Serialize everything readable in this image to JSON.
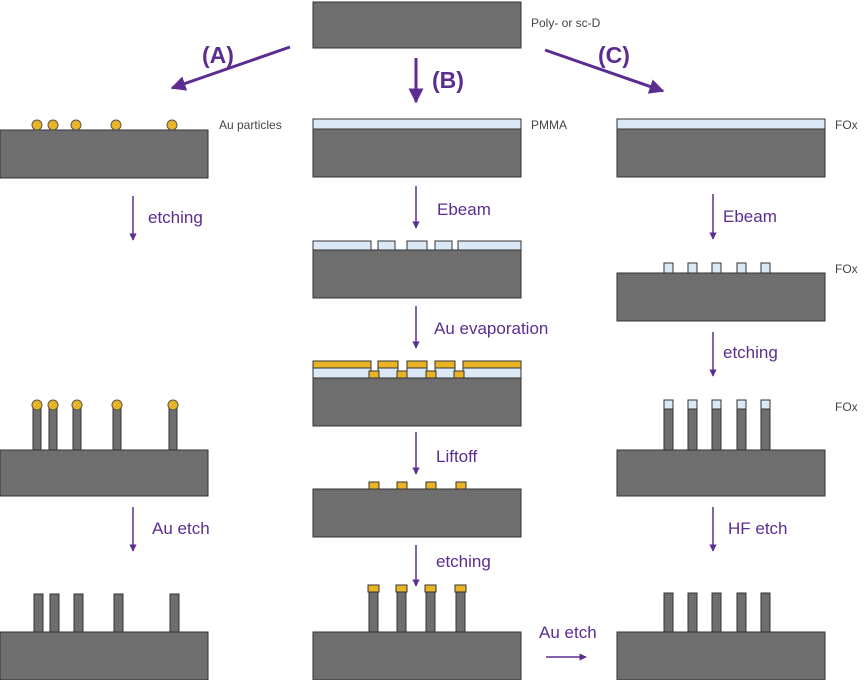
{
  "colors": {
    "substrate": "#6e6e6e",
    "resist": "#dbe8f5",
    "gold": "#e8b424",
    "arrow": "#5b2d91",
    "label": "#444444"
  },
  "labels": {
    "start_material": "Poly- or sc-D",
    "route_a": "(A)",
    "route_b": "(B)",
    "route_c": "(C)",
    "au_particles": "Au particles",
    "pmma": "PMMA",
    "fox_1": "FOx",
    "fox_2": "FOx",
    "fox_3": "FOx",
    "a_etching": "etching",
    "a_au_etch": "Au etch",
    "b_ebeam": "Ebeam",
    "b_au_evaporation": "Au evaporation",
    "b_liftoff": "Liftoff",
    "b_etching": "etching",
    "b_au_etch": "Au etch",
    "c_ebeam": "Ebeam",
    "c_etching": "etching",
    "c_hf_etch": "HF etch"
  }
}
